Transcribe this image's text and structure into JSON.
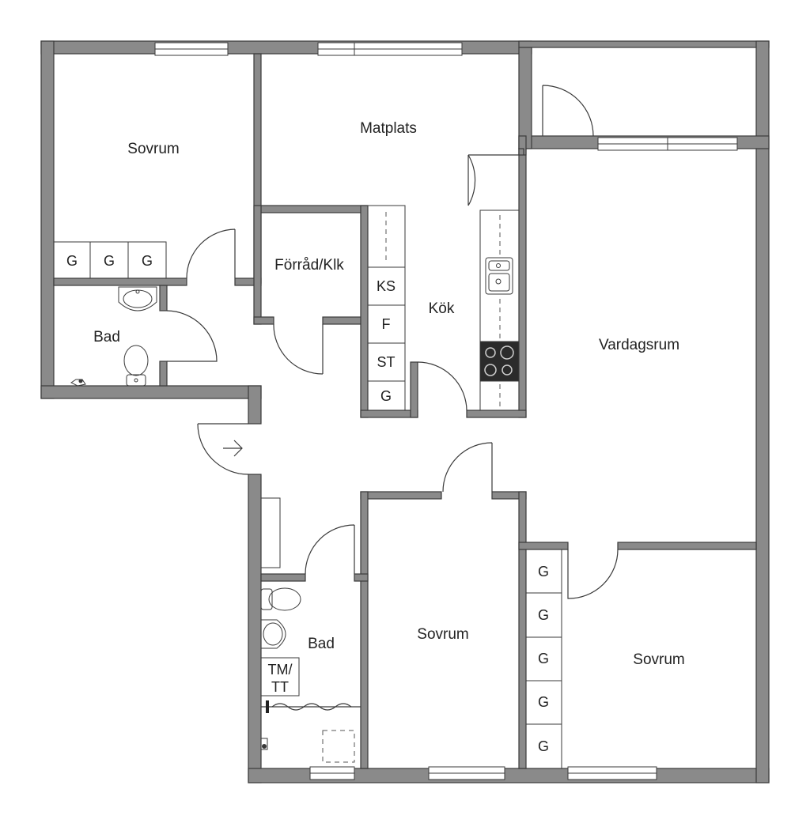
{
  "rooms": {
    "sovrum_nw": "Sovrum",
    "matplats": "Matplats",
    "forrad": "Förråd/Klk",
    "kok": "Kök",
    "bad_w": "Bad",
    "vardagsrum": "Vardagsrum",
    "sovrum_mid": "Sovrum",
    "sovrum_se": "Sovrum",
    "bad_s": "Bad"
  },
  "labels": {
    "garderob": "G",
    "kyl_sval": "KS",
    "frys": "F",
    "stad": "ST",
    "tvatt_line1": "TM/",
    "tvatt_line2": "TT"
  },
  "colors": {
    "wall": "#8a8a8a",
    "outline": "#3a3a3a",
    "stove": "#2b2b2b"
  }
}
